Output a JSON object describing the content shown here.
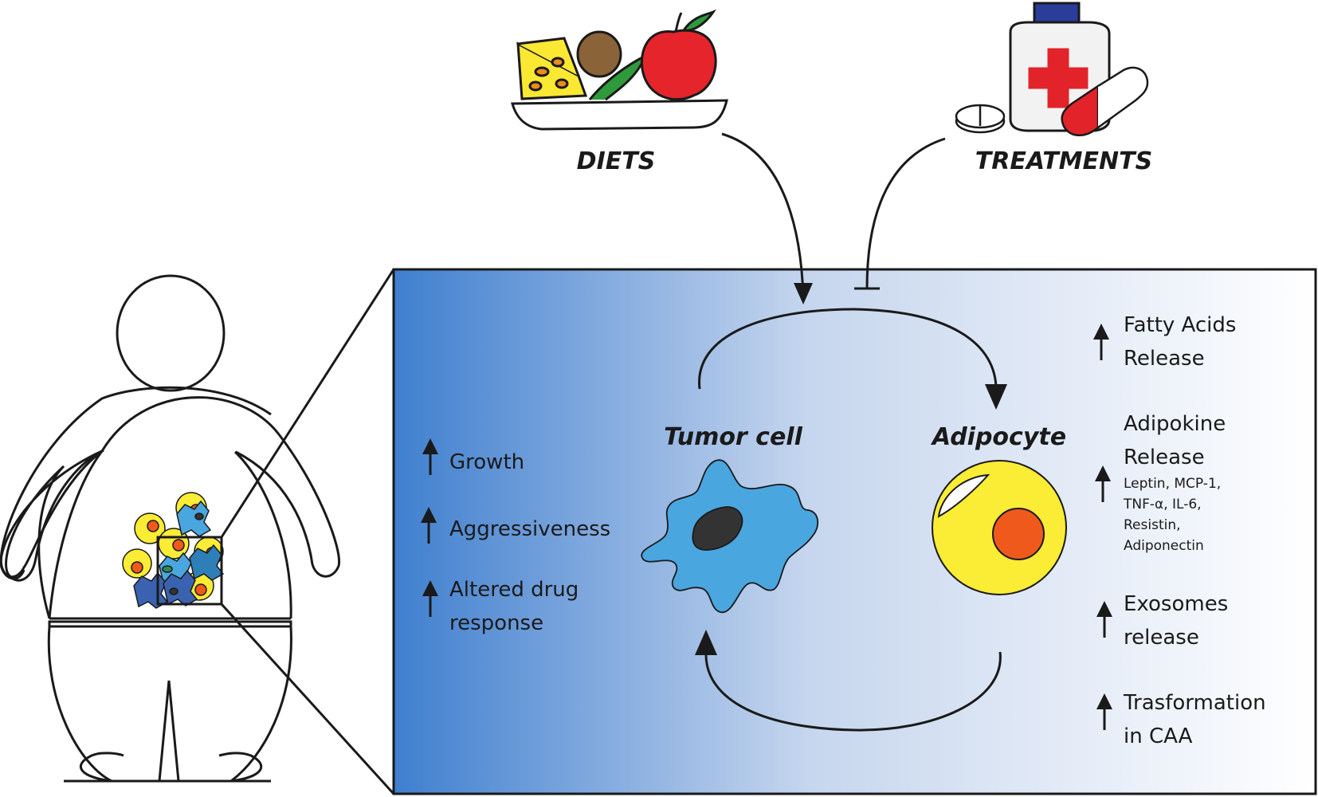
{
  "top": {
    "diets_label": "DIETS",
    "treatments_label": "TREATMENTS"
  },
  "panel": {
    "gradient_colors": [
      "#3f7fcf",
      "#ffffff"
    ],
    "tumor_cell_label": "Tumor cell",
    "adipocyte_label": "Adipocyte",
    "tumor_effects": [
      {
        "lines": [
          "Growth"
        ]
      },
      {
        "lines": [
          "Aggressiveness"
        ]
      },
      {
        "lines": [
          "Altered drug",
          "response"
        ]
      }
    ],
    "adipocyte_effects": [
      {
        "lines": [
          "Fatty Acids",
          "Release"
        ]
      },
      {
        "lines": [
          "Adipokine",
          "Release"
        ],
        "details": [
          "Leptin, MCP-1,",
          "TNF-α, IL-6,",
          "Resistin,",
          "Adiponectin"
        ]
      },
      {
        "lines": [
          "Exosomes",
          "release"
        ]
      },
      {
        "lines": [
          "Trasformation",
          "in CAA"
        ]
      }
    ]
  },
  "colors": {
    "tumor_cell": "#4aa6df",
    "adipocyte": "#fbec36",
    "nucleus_adipocyte": "#ef5a1c",
    "apple_red": "#e5242b",
    "cross_red": "#e2242a",
    "cap_blue": "#2a3d9a",
    "cheese": "#fbe833"
  },
  "icons": [
    "upward-arrow-icon",
    "food-plate-icon",
    "medicine-bottle-icon",
    "pill-icon",
    "capsule-icon",
    "person-silhouette-icon"
  ]
}
